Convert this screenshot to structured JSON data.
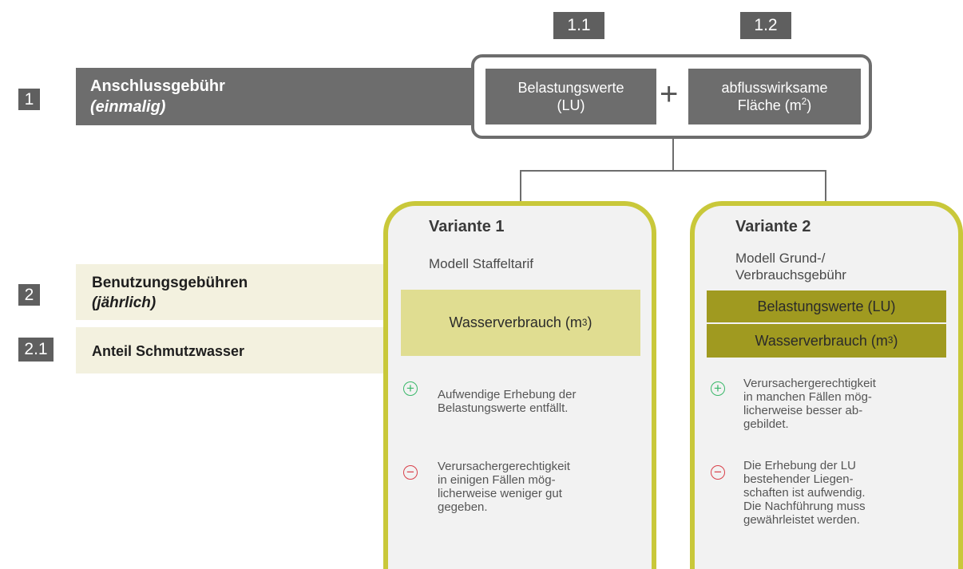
{
  "labels": {
    "n1": "1",
    "n11": "1.1",
    "n12": "1.2",
    "n2": "2",
    "n21": "2.1"
  },
  "anschluss": {
    "title": "Anschlussgebühr",
    "subtitle": "(einmalig)"
  },
  "formula": {
    "box1_line1": "Belastungswerte",
    "box1_line2": "(LU)",
    "plus": "+",
    "box2_line1": "abflusswirksame",
    "box2_line2": "Fläche (m",
    "box2_sup": "2",
    "box2_end": ")"
  },
  "benutzung": {
    "title": "Benutzungsgebühren",
    "subtitle": "(jährlich)",
    "anteil": "Anteil Schmutzwasser"
  },
  "variante1": {
    "title": "Variante 1",
    "subtitle": "Modell Staffeltarif",
    "box_text": "Wasserverbrauch (m",
    "box_sup": "3",
    "box_end": ")",
    "pro_symbol": "+",
    "pro": [
      "Aufwendige Erhebung der",
      "Belastungswerte  entfällt."
    ],
    "contra_symbol": "−",
    "contra": [
      "Verursachergerechtigkeit",
      "in einigen Fällen mög-",
      "licherweise weniger gut",
      "gegeben."
    ]
  },
  "variante2": {
    "title": "Variante 2",
    "subtitle_line1": "Modell Grund-/",
    "subtitle_line2": "Verbrauchsgebühr",
    "box1_text": "Belastungswerte (LU)",
    "box2_text": "Wasserverbrauch (m",
    "box2_sup": "3",
    "box2_end": ")",
    "pro_symbol": "+",
    "pro": [
      "Verursachergerechtigkeit",
      "in manchen Fällen mög-",
      "licherweise besser ab-",
      "gebildet."
    ],
    "contra_symbol": "−",
    "contra": [
      "Die Erhebung der LU",
      "bestehender  Liegen-",
      "schaften ist aufwendig.",
      "Die Nachführung muss",
      "gewährleistet  werden."
    ]
  },
  "colors": {
    "dark_gray": "#6d6d6d",
    "label_gray": "#5f5f5f",
    "olive_border": "#c9c83a",
    "light_olive": "#e0dd91",
    "dark_olive": "#a09a20",
    "beige": "#f3f1df",
    "pro_green": "#3ab86a",
    "contra_red": "#d9404a"
  }
}
